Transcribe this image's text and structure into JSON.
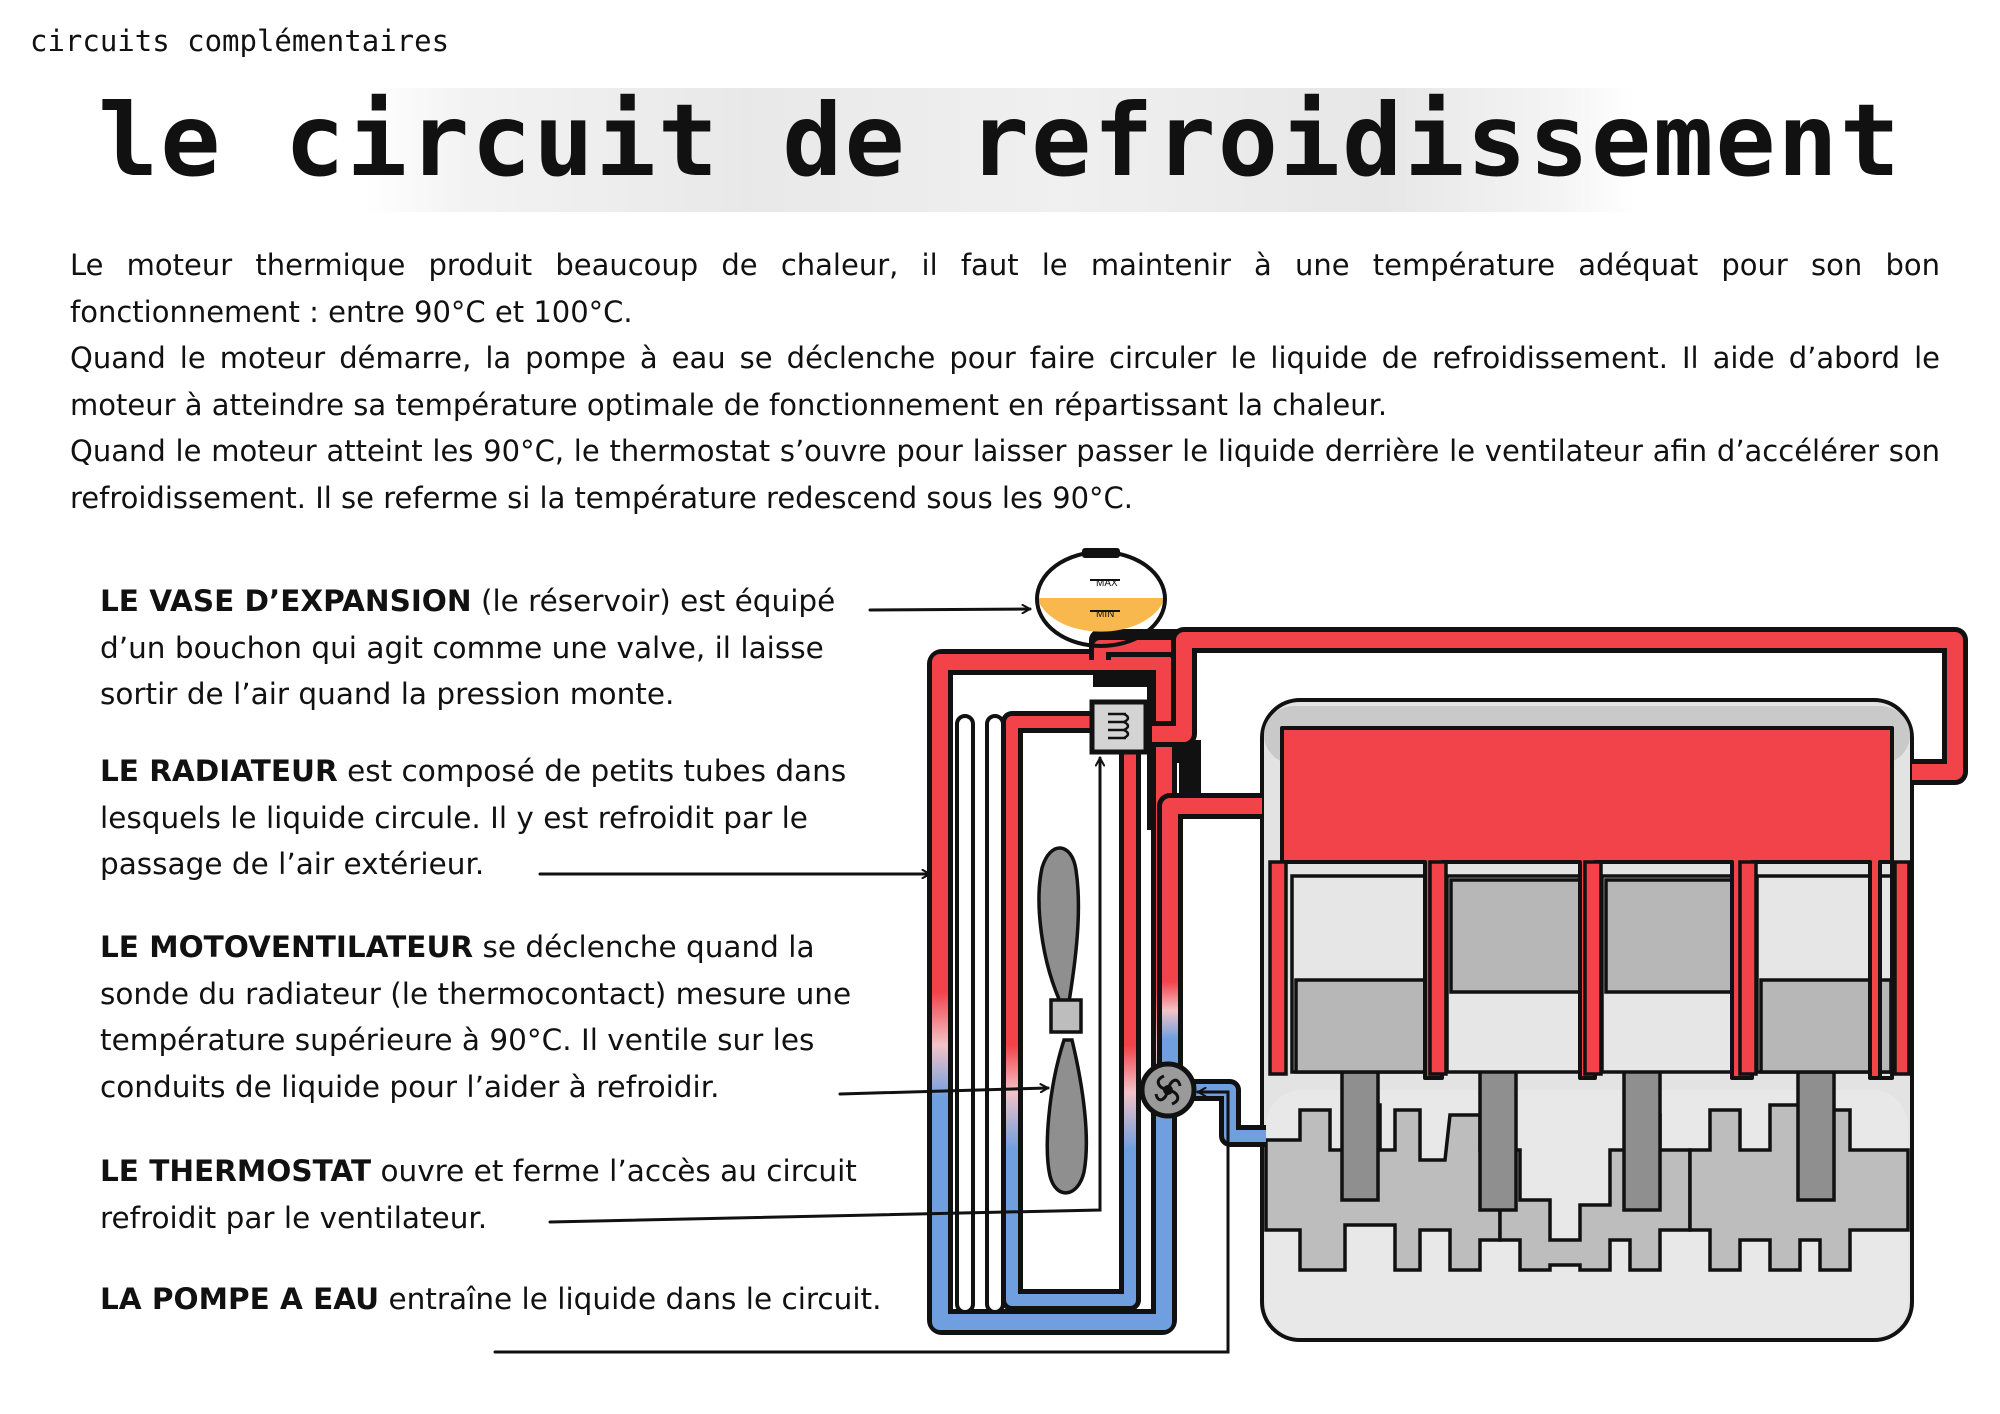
{
  "header": {
    "kicker": "circuits complémentaires",
    "title": "le circuit de refroidissement"
  },
  "intro": [
    "Le moteur thermique produit beaucoup de chaleur, il faut le maintenir à une température adéquat pour son bon fonctionnement : entre 90°C et 100°C.",
    "Quand le moteur démarre, la pompe à eau se déclenche pour faire circuler le liquide de refroidissement. Il aide d’abord le moteur à atteindre sa température optimale de fonctionnement en répartissant la chaleur.",
    "Quand le moteur atteint les 90°C, le thermostat s’ouvre pour laisser passer le liquide derrière le ventilateur afin d’accélérer son refroidissement. Il se referme si la température redescend sous les 90°C."
  ],
  "labels": [
    {
      "term": "LE VASE D’EXPANSION",
      "text": " (le réservoir) est équipé d’un bouchon qui agit comme une valve, il laisse sortir de l’air quand la pression monte."
    },
    {
      "term": "LE RADIATEUR",
      "text": " est composé de petits tubes dans lesquels le liquide circule. Il y est refroidit par le passage de l’air extérieur."
    },
    {
      "term": "LE MOTOVENTILATEUR",
      "text": " se déclenche quand la sonde du radiateur (le thermocontact) mesure une température supérieure à 90°C. Il ventile sur les conduits de liquide pour l’aider à refroidir."
    },
    {
      "term": "LE THERMOSTAT",
      "text": " ouvre et ferme l’accès au circuit refroidit par le ventilateur."
    },
    {
      "term": "LA POMPE A EAU",
      "text": " entraîne le liquide dans le circuit."
    }
  ],
  "tank": {
    "max_label": "MAX",
    "min_label": "MIN"
  },
  "colors": {
    "hot": "#f2434a",
    "cold": "#6f9fde",
    "coolant": "#f8b84e",
    "engine_light": "#e3e3e3",
    "engine_mid": "#bdbdbd",
    "engine_dark": "#8f8f8f",
    "outline": "#111111"
  }
}
